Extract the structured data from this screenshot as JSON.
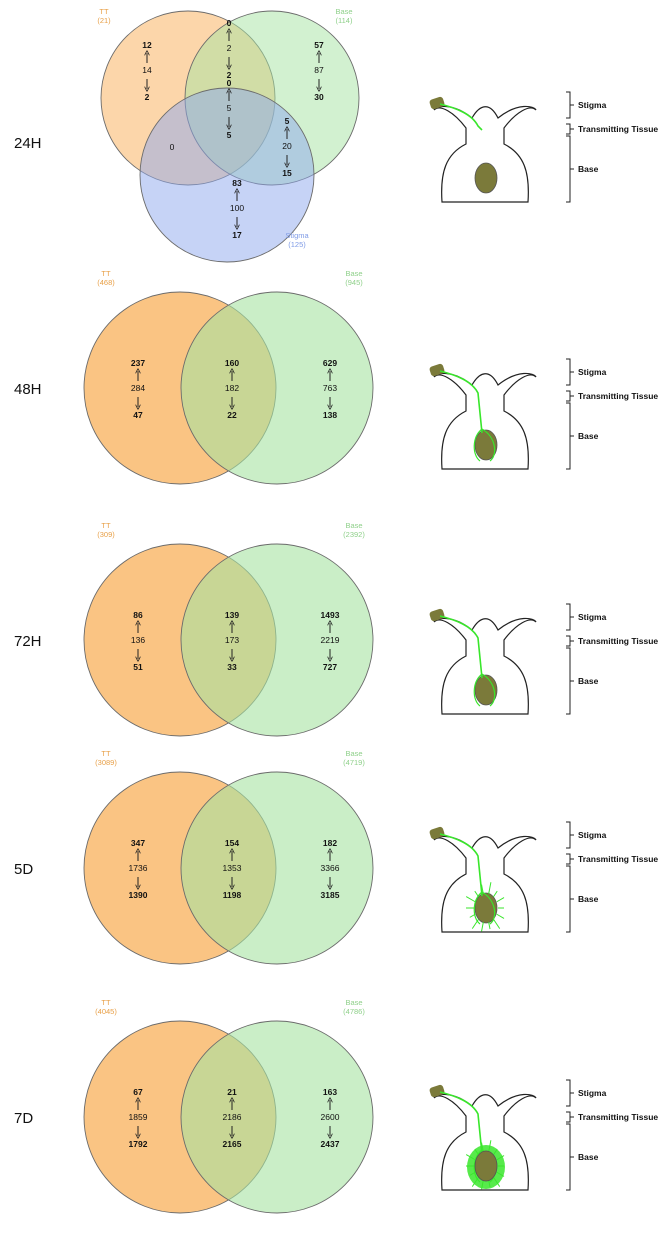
{
  "colors": {
    "tt_fill": "#f9b564",
    "base_fill": "#a6e3a1",
    "stigma_fill": "#8ea8ee",
    "tt_label": "#e8a048",
    "base_label": "#8fd08a",
    "stigma_label": "#7f9be6",
    "circle_stroke": "#6b6b6b",
    "pollen": "#7b7a3a",
    "tube": "#39e62b"
  },
  "legend": {
    "stigma": "Stigma",
    "transmitting": "Transmitting Tissue",
    "base": "Base"
  },
  "panels": [
    {
      "time": "24H",
      "tt": {
        "name": "TT",
        "count": "(21)"
      },
      "base": {
        "name": "Base",
        "count": "(114)"
      },
      "stigma": {
        "name": "Stigma",
        "count": "(125)"
      },
      "regions": [
        {
          "key": "tt_only",
          "up": "12",
          "total": "14",
          "down": "2"
        },
        {
          "key": "tt_base",
          "up": "0",
          "total": "2",
          "down": "2"
        },
        {
          "key": "base_only",
          "up": "57",
          "total": "87",
          "down": "30"
        },
        {
          "key": "all_three",
          "up": "0",
          "total": "5",
          "down": "5"
        },
        {
          "key": "tt_stigma",
          "total": "0"
        },
        {
          "key": "base_stigma",
          "up": "5",
          "total": "20",
          "down": "15"
        },
        {
          "key": "stigma_only",
          "up": "83",
          "total": "100",
          "down": "17"
        }
      ]
    },
    {
      "time": "48H",
      "tt": {
        "name": "TT",
        "count": "(468)"
      },
      "base": {
        "name": "Base",
        "count": "(945)"
      },
      "regions": [
        {
          "key": "tt_only",
          "up": "237",
          "total": "284",
          "down": "47"
        },
        {
          "key": "overlap",
          "up": "160",
          "total": "182",
          "down": "22"
        },
        {
          "key": "base_only",
          "up": "629",
          "total": "763",
          "down": "138"
        }
      ]
    },
    {
      "time": "72H",
      "tt": {
        "name": "TT",
        "count": "(309)"
      },
      "base": {
        "name": "Base",
        "count": "(2392)"
      },
      "regions": [
        {
          "key": "tt_only",
          "up": "86",
          "total": "136",
          "down": "51"
        },
        {
          "key": "overlap",
          "up": "139",
          "total": "173",
          "down": "33"
        },
        {
          "key": "base_only",
          "up": "1493",
          "total": "2219",
          "down": "727"
        }
      ]
    },
    {
      "time": "5D",
      "tt": {
        "name": "TT",
        "count": "(3089)"
      },
      "base": {
        "name": "Base",
        "count": "(4719)"
      },
      "regions": [
        {
          "key": "tt_only",
          "up": "347",
          "total": "1736",
          "down": "1390"
        },
        {
          "key": "overlap",
          "up": "154",
          "total": "1353",
          "down": "1198"
        },
        {
          "key": "base_only",
          "up": "182",
          "total": "3366",
          "down": "3185"
        }
      ]
    },
    {
      "time": "7D",
      "tt": {
        "name": "TT",
        "count": "(4045)"
      },
      "base": {
        "name": "Base",
        "count": "(4786)"
      },
      "regions": [
        {
          "key": "tt_only",
          "up": "67",
          "total": "1859",
          "down": "1792"
        },
        {
          "key": "overlap",
          "up": "21",
          "total": "2186",
          "down": "2165"
        },
        {
          "key": "base_only",
          "up": "163",
          "total": "2600",
          "down": "2437"
        }
      ]
    }
  ]
}
